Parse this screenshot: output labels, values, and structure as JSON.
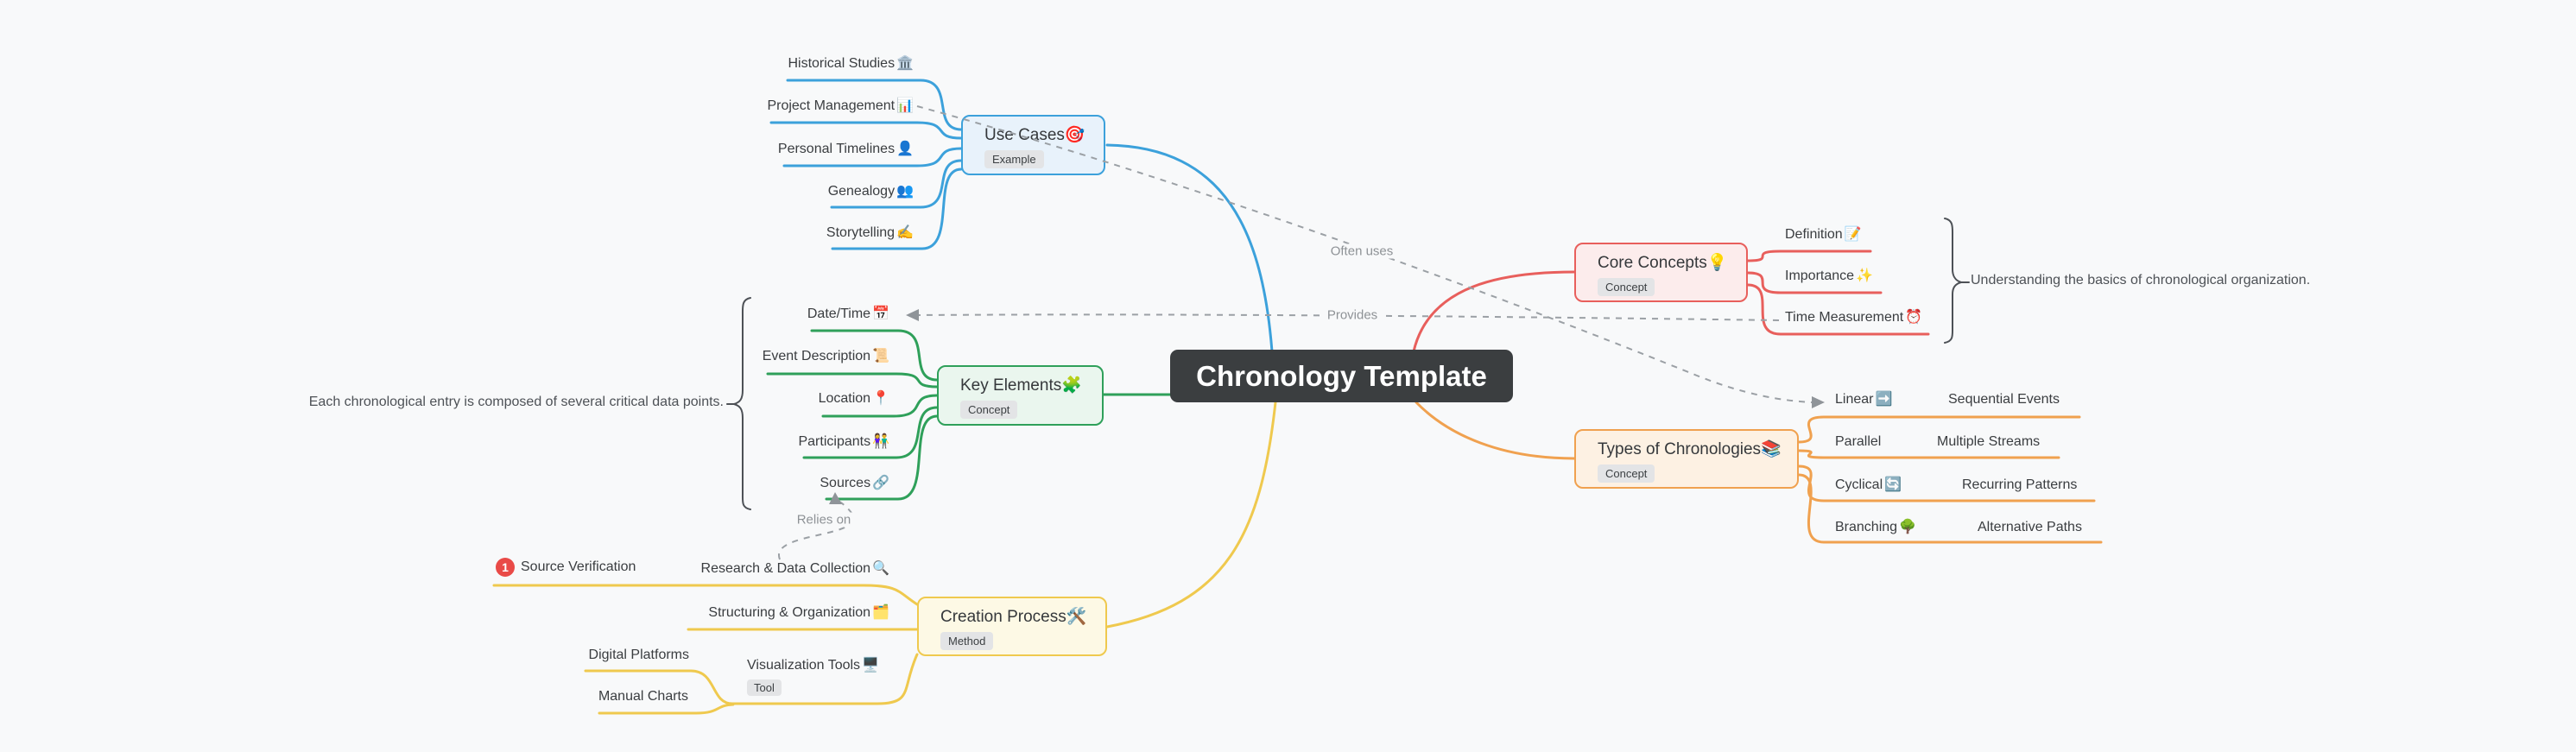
{
  "root": {
    "title": "Chronology Template"
  },
  "branches": {
    "use_cases": {
      "title": "Use Cases",
      "icon": "🎯",
      "badge": "Example",
      "color": "#3ca1db",
      "children": [
        {
          "label": "Historical Studies",
          "icon": "🏛️"
        },
        {
          "label": "Project Management",
          "icon": "📊"
        },
        {
          "label": "Personal Timelines",
          "icon": "👤"
        },
        {
          "label": "Genealogy",
          "icon": "👥"
        },
        {
          "label": "Storytelling",
          "icon": "✍️"
        }
      ]
    },
    "key_elements": {
      "title": "Key Elements",
      "icon": "🧩",
      "badge": "Concept",
      "color": "#2fa05a",
      "children": [
        {
          "label": "Date/Time",
          "icon": "📅"
        },
        {
          "label": "Event Description",
          "icon": "📜"
        },
        {
          "label": "Location",
          "icon": "📍"
        },
        {
          "label": "Participants",
          "icon": "👫"
        },
        {
          "label": "Sources",
          "icon": "🔗"
        }
      ],
      "annotation": "Each chronological entry is composed of several critical data points."
    },
    "core_concepts": {
      "title": "Core Concepts",
      "icon": "💡",
      "badge": "Concept",
      "color": "#e85f5c",
      "children": [
        {
          "label": "Definition",
          "icon": "📝"
        },
        {
          "label": "Importance",
          "icon": "✨"
        },
        {
          "label": "Time Measurement",
          "icon": "⏰"
        }
      ],
      "annotation": "Understanding the basics of chronological organization."
    },
    "types_of_chronologies": {
      "title": "Types of Chronologies",
      "icon": "📚",
      "badge": "Concept",
      "color": "#f0a14f",
      "children": [
        {
          "label": "Linear",
          "icon": "➡️",
          "sublabel": "Sequential Events"
        },
        {
          "label": "Parallel",
          "icon": "",
          "sublabel": "Multiple Streams"
        },
        {
          "label": "Cyclical",
          "icon": "🔄",
          "sublabel": "Recurring Patterns"
        },
        {
          "label": "Branching",
          "icon": "🌳",
          "sublabel": "Alternative Paths"
        }
      ]
    },
    "creation_process": {
      "title": "Creation Process",
      "icon": "🛠️",
      "badge": "Method",
      "color": "#efc94e",
      "children": [
        {
          "label": "Research & Data Collection",
          "icon": "🔍",
          "children": [
            {
              "number": "1",
              "label": "Source Verification"
            }
          ]
        },
        {
          "label": "Structuring & Organization",
          "icon": "🗂️"
        },
        {
          "label": "Visualization Tools",
          "icon": "🖥️",
          "badge": "Tool",
          "children": [
            {
              "label": "Digital Platforms"
            },
            {
              "label": "Manual Charts"
            }
          ]
        }
      ]
    }
  },
  "associations": [
    {
      "label": "Often uses",
      "from": "Project Management",
      "to": "Linear"
    },
    {
      "label": "Provides",
      "from": "Time Measurement",
      "to": "Date/Time"
    },
    {
      "label": "Relies on",
      "from": "Research & Data Collection",
      "to": "Sources"
    }
  ],
  "colors": {
    "background": "#f8f9fa",
    "root_bg": "#3b3e40",
    "root_text": "#ffffff",
    "blue": "#3ca1db",
    "green": "#2fa05a",
    "red": "#e85f5c",
    "orange": "#f0a14f",
    "yellow": "#efc94e",
    "association_gray": "#9ba0a5",
    "badge_bg": "#e3e4e6",
    "number_badge_bg": "#e94a47"
  }
}
